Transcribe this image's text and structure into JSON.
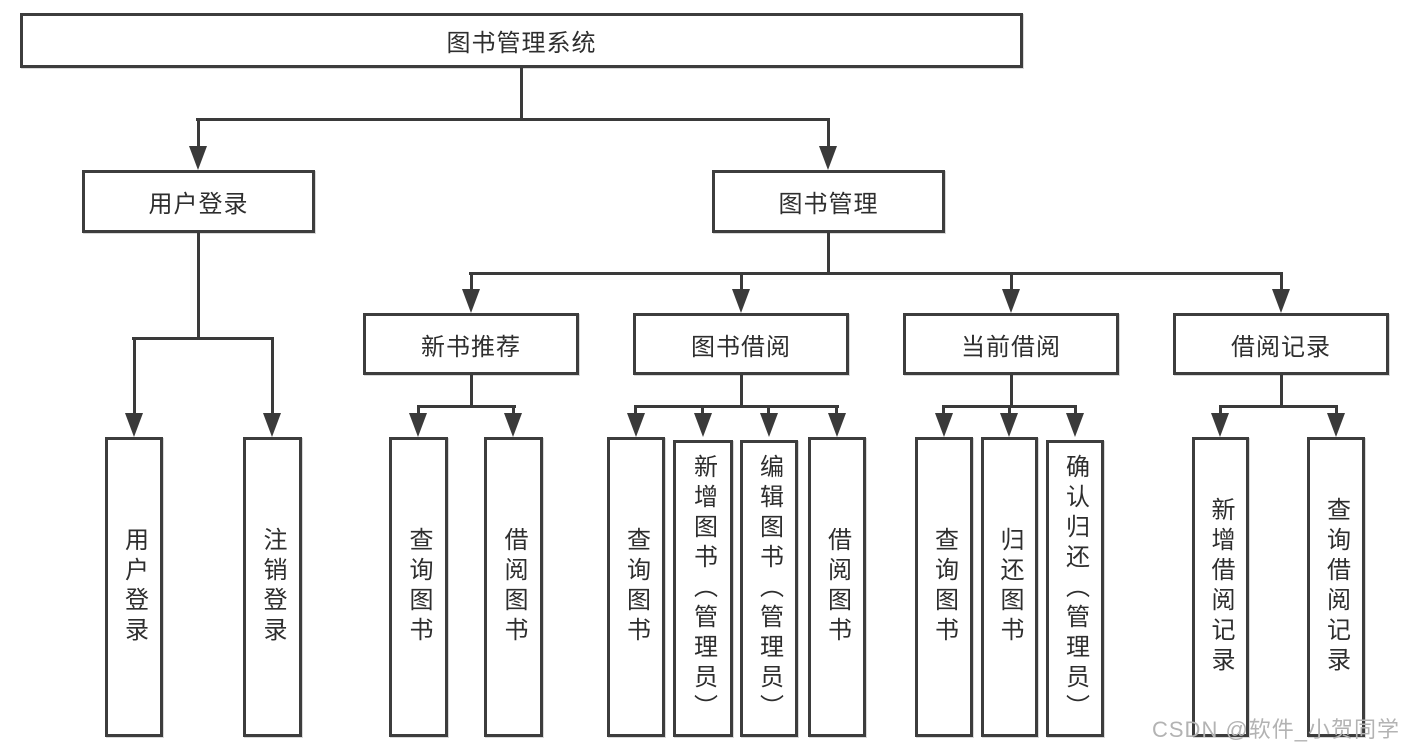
{
  "diagram": {
    "type": "hierarchy-tree",
    "colors": {
      "line": "#3a3a3a",
      "border": "#3d3d3d",
      "text": "#2e2e2e",
      "watermark": "#b3b3b3",
      "background": "#ffffff"
    },
    "tree": {
      "label": "图书管理系统",
      "children": [
        {
          "label": "用户登录",
          "children": [
            {
              "label": "用户登录"
            },
            {
              "label": "注销登录"
            }
          ]
        },
        {
          "label": "图书管理",
          "children": [
            {
              "label": "新书推荐",
              "children": [
                {
                  "label": "查询图书"
                },
                {
                  "label": "借阅图书"
                }
              ]
            },
            {
              "label": "图书借阅",
              "children": [
                {
                  "label": "查询图书"
                },
                {
                  "label": "新增图书（管理员）"
                },
                {
                  "label": "编辑图书（管理员）"
                },
                {
                  "label": "借阅图书"
                }
              ]
            },
            {
              "label": "当前借阅",
              "children": [
                {
                  "label": "查询图书"
                },
                {
                  "label": "归还图书"
                },
                {
                  "label": "确认归还（管理员）"
                }
              ]
            },
            {
              "label": "借阅记录",
              "children": [
                {
                  "label": "新增借阅记录"
                },
                {
                  "label": "查询借阅记录"
                }
              ]
            }
          ]
        }
      ]
    },
    "watermark": {
      "text": "CSDN @软件_小贺同学"
    }
  }
}
